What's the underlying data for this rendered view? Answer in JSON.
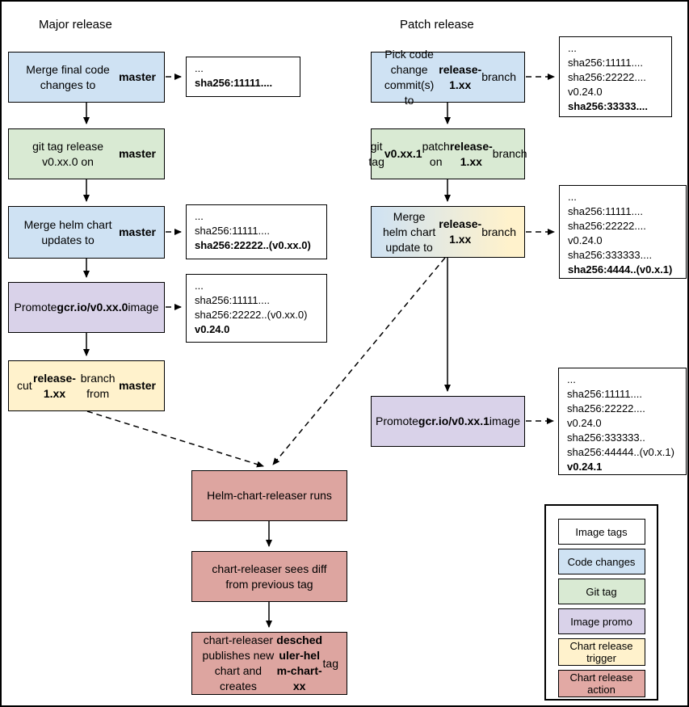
{
  "major": {
    "title": "Major release",
    "nodes": {
      "merge_final_code": {
        "segments": [
          {
            "t": "Merge final code changes to "
          },
          {
            "t": "master",
            "b": true
          }
        ]
      },
      "git_tag_release": {
        "segments": [
          {
            "t": "git tag release v0.xx.0 on "
          },
          {
            "t": "master",
            "b": true
          }
        ]
      },
      "merge_helm_chart": {
        "segments": [
          {
            "t": "Merge helm chart updates to "
          },
          {
            "t": "master",
            "b": true
          }
        ]
      },
      "promote_image": {
        "segments": [
          {
            "t": "Promote "
          },
          {
            "t": "gcr.io/v0.xx.0",
            "b": true
          },
          {
            "t": " image"
          }
        ]
      },
      "cut_branch": {
        "segments": [
          {
            "t": "cut "
          },
          {
            "t": "release-1.xx",
            "b": true
          },
          {
            "t": " branch from "
          },
          {
            "t": "master",
            "b": true
          }
        ]
      }
    },
    "tags": {
      "after_code_merge": {
        "lines": [
          {
            "text": "...",
            "bold": false
          },
          {
            "text": "sha256:11111....",
            "bold": true
          }
        ]
      },
      "after_chart_merge": {
        "lines": [
          {
            "text": "...",
            "bold": false
          },
          {
            "text": "sha256:11111....",
            "bold": false
          },
          {
            "text": "sha256:22222..(v0.xx.0)",
            "bold": true
          }
        ]
      },
      "after_promote": {
        "lines": [
          {
            "text": "...",
            "bold": false
          },
          {
            "text": "sha256:11111....",
            "bold": false
          },
          {
            "text": "sha256:22222..(v0.xx.0)",
            "bold": false
          },
          {
            "text": "v0.24.0",
            "bold": true
          }
        ]
      }
    }
  },
  "patch": {
    "title": "Patch release",
    "nodes": {
      "pick_commits": {
        "segments": [
          {
            "t": "Pick code change commit(s) to "
          },
          {
            "t": "release-1.xx",
            "b": true
          },
          {
            "t": " branch"
          }
        ]
      },
      "git_tag_patch": {
        "segments": [
          {
            "t": "git tag "
          },
          {
            "t": "v0.xx.1",
            "b": true
          },
          {
            "t": " patch on "
          },
          {
            "t": "release-1.xx",
            "b": true
          },
          {
            "t": " branch"
          }
        ]
      },
      "merge_helm_update": {
        "segments": [
          {
            "t": "Merge helm chart update to "
          },
          {
            "t": "release-1.xx",
            "b": true
          },
          {
            "t": " branch"
          }
        ]
      },
      "promote_image": {
        "segments": [
          {
            "t": "Promote "
          },
          {
            "t": "gcr.io/v0.xx.1",
            "b": true
          },
          {
            "t": " image"
          }
        ]
      }
    },
    "tags": {
      "after_pick": {
        "lines": [
          {
            "text": "...",
            "bold": false
          },
          {
            "text": "sha256:11111....",
            "bold": false
          },
          {
            "text": "sha256:22222....",
            "bold": false
          },
          {
            "text": "v0.24.0",
            "bold": false
          },
          {
            "text": "sha256:33333....",
            "bold": true
          }
        ]
      },
      "after_chart_merge": {
        "lines": [
          {
            "text": "...",
            "bold": false
          },
          {
            "text": "sha256:11111....",
            "bold": false
          },
          {
            "text": "sha256:22222....",
            "bold": false
          },
          {
            "text": "v0.24.0",
            "bold": false
          },
          {
            "text": "sha256:333333....",
            "bold": false
          },
          {
            "text": "sha256:4444..(v0.x.1)",
            "bold": true
          }
        ]
      },
      "after_promote": {
        "lines": [
          {
            "text": "...",
            "bold": false
          },
          {
            "text": "sha256:11111....",
            "bold": false
          },
          {
            "text": "sha256:22222....",
            "bold": false
          },
          {
            "text": "v0.24.0",
            "bold": false
          },
          {
            "text": "sha256:333333..",
            "bold": false
          },
          {
            "text": "sha256:44444..(v0.x.1)",
            "bold": false
          },
          {
            "text": "v0.24.1",
            "bold": true
          }
        ]
      }
    }
  },
  "chart_release": {
    "nodes": {
      "releaser_runs": {
        "segments": [
          {
            "t": "Helm-chart-releaser runs"
          }
        ]
      },
      "sees_diff": {
        "segments": [
          {
            "t": "chart-releaser sees diff from previous tag"
          }
        ]
      },
      "publishes": {
        "segments": [
          {
            "t": "chart-releaser publishes new chart and creates "
          },
          {
            "t": "descheduler-helm-chart-xx",
            "b": true
          },
          {
            "t": " tag"
          }
        ]
      }
    }
  },
  "legend": {
    "items": [
      {
        "label": "Image tags",
        "color": "#ffffff"
      },
      {
        "label": "Code changes",
        "color": "#cfe2f3"
      },
      {
        "label": "Git tag",
        "color": "#d9ead3"
      },
      {
        "label": "Image promo",
        "color": "#d9d2e9"
      },
      {
        "label": "Chart release trigger",
        "color": "#fff2cc"
      },
      {
        "label": "Chart release action",
        "color": "#e2a9a4"
      }
    ]
  },
  "colors": {
    "code_changes": "#cfe2f3",
    "git_tag": "#d9ead3",
    "image_promo": "#d9d2e9",
    "chart_release_trigger": "#fff2cc",
    "chart_release_action": "#dda5a0",
    "image_tags": "#ffffff",
    "merge_update_gradient_from": "#cfe2f3",
    "merge_update_gradient_to": "#fff2cc",
    "line": "#000000"
  }
}
